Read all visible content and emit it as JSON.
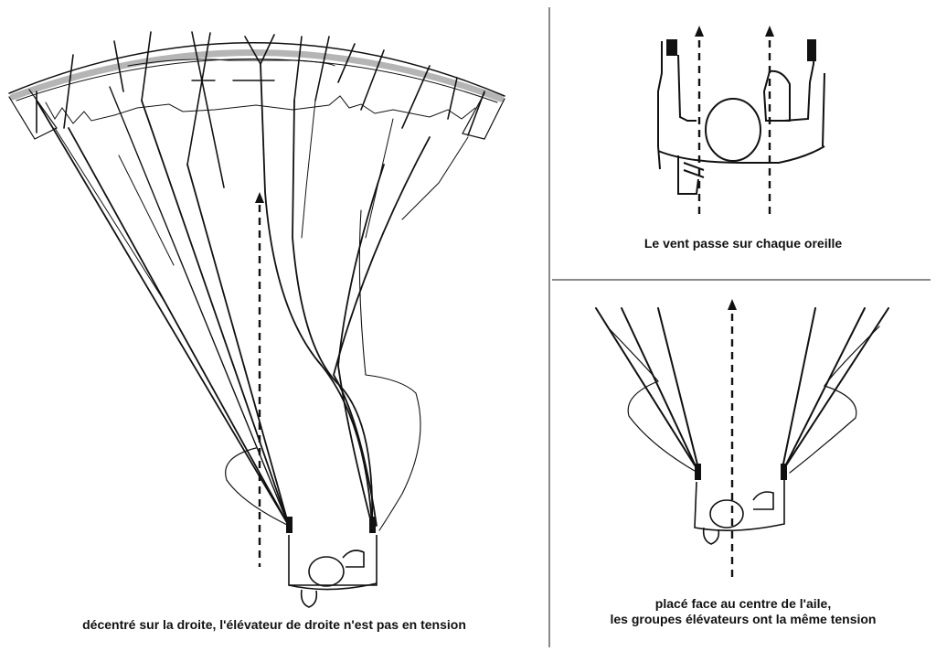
{
  "figure": {
    "panels": [
      {
        "id": "offcenter",
        "caption": "décentré sur la droite, l'élévateur de droite n'est pas en tension"
      },
      {
        "id": "ears",
        "caption": "Le vent passe sur chaque oreille"
      },
      {
        "id": "centered",
        "caption_lines": [
          "placé face au centre de l'aile,",
          "les groupes élévateurs ont la même tension"
        ]
      }
    ],
    "colors": {
      "ink": "#111111",
      "divider": "#8a8a8a",
      "leading_edge_fill": "#b5b5b5"
    },
    "icons": [
      "wind-arrow-icon",
      "pilot-icon",
      "paraglider-wing-icon"
    ]
  }
}
